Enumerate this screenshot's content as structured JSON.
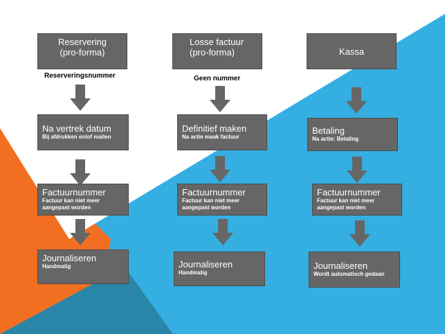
{
  "background": {
    "orange": "#f26f21",
    "blue": "#35aee2",
    "dark": "#2a86a8",
    "white": "#ffffff"
  },
  "box_color": "#666666",
  "columns": [
    {
      "header": {
        "title": "Reservering\n(pro-forma)"
      },
      "note": "Reserveringsnummer",
      "step2": {
        "title": "Na vertrek datum",
        "sub": "Bij afdrukken en/of mailen"
      },
      "step3": {
        "title": "Factuurnummer",
        "sub": "Factuur kan niet meer\naangepast worden"
      },
      "step4": {
        "title": "Journaliseren",
        "sub": "Handmatig"
      }
    },
    {
      "header": {
        "title": "Losse factuur\n(pro-forma)"
      },
      "note": "Geen nummer",
      "step2": {
        "title": "Definitief maken",
        "sub": "Na actie maak factuur"
      },
      "step3": {
        "title": "Factuurnummer",
        "sub": "Factuur kan niet meer\naangepast worden"
      },
      "step4": {
        "title": "Journaliseren",
        "sub": "Handmatig"
      }
    },
    {
      "header": {
        "title": "Kassa"
      },
      "note": "",
      "step2": {
        "title": "Betaling",
        "sub": "Na actie: Betaling"
      },
      "step3": {
        "title": "Factuurnummer",
        "sub": "Factuur kan niet meer\naangepast worden"
      },
      "step4": {
        "title": "Journaliseren",
        "sub": "Wordt automatisch gedaan"
      }
    }
  ]
}
